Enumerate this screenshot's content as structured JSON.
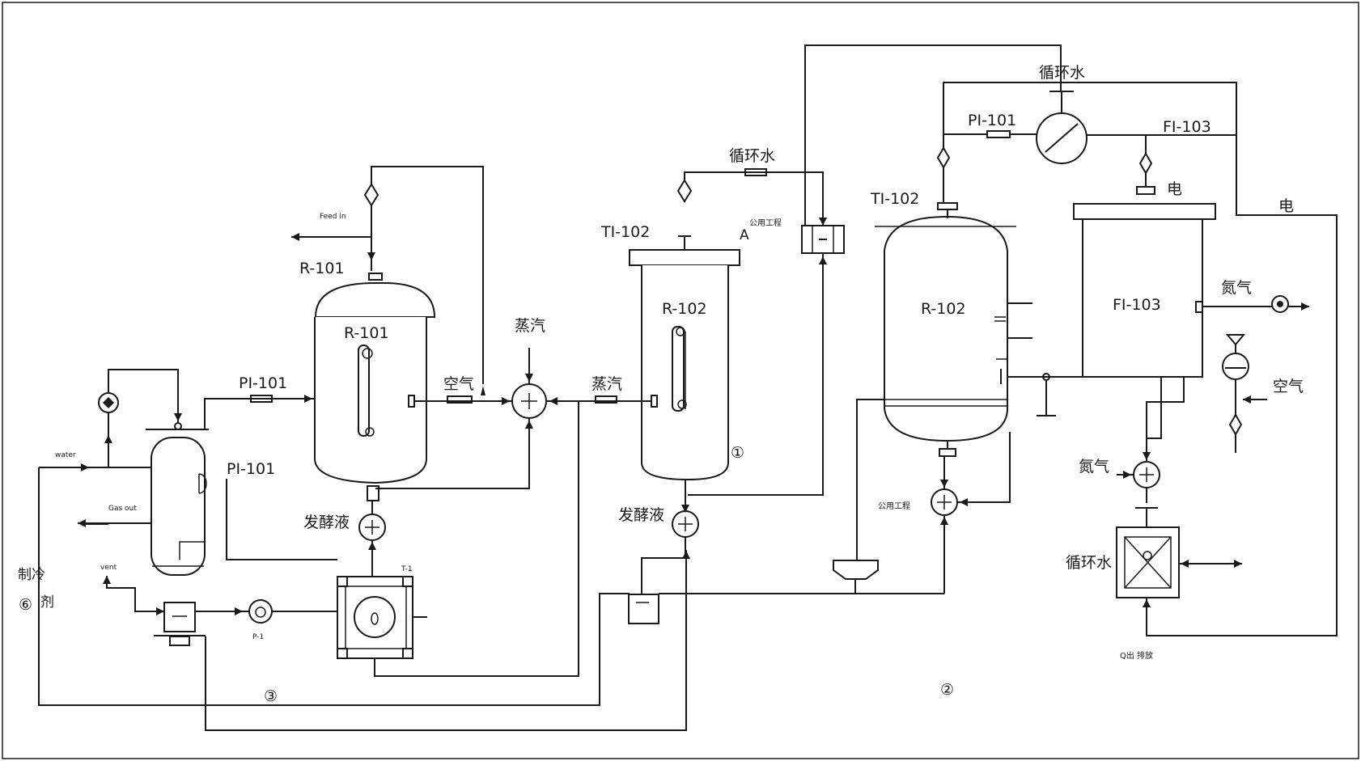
{
  "labels": {
    "tag_r101_top": "R-101",
    "tag_r101_vessel": "R-101",
    "tag_r102_vessel1": "R-102",
    "tag_r102_vessel2": "R-102",
    "tag_ti102_1": "TI-102",
    "tag_ti102_2": "TI-102",
    "tag_pi101_1": "PI-101",
    "tag_pi101_2": "PI-101",
    "tag_pi101_3": "PI-101",
    "tag_fi103_1": "FI-103",
    "tag_fi103_2": "FI-103",
    "steam_1": "蒸汽",
    "steam_2": "蒸汽",
    "air_1": "空气",
    "air_2": "空气",
    "cw_1": "循环水",
    "cw_2": "循环水",
    "cw_3": "循环水",
    "ferment_1": "发酵液",
    "ferment_2": "发酵液",
    "elec_1": "电",
    "elec_2": "电",
    "nitrogen_1": "氮气",
    "nitrogen_2": "氮气",
    "utility_1": "公用工程",
    "utility_2": "公用工程",
    "circle_1": "①",
    "circle_2": "②",
    "circle_3": "③",
    "circle_6": "⑥",
    "left_side_1": "制冷",
    "left_side_2": "剂",
    "letter_a": "A",
    "bottom_right": "Q出 排放",
    "small_feed": "Feed in",
    "small_gas": "Gas out",
    "small_water": "water",
    "small_vent": "vent",
    "small_pump": "P-1",
    "small_temp": "T-1"
  },
  "colors": {
    "line": "#1a1a1a",
    "background": "#ffffff"
  }
}
